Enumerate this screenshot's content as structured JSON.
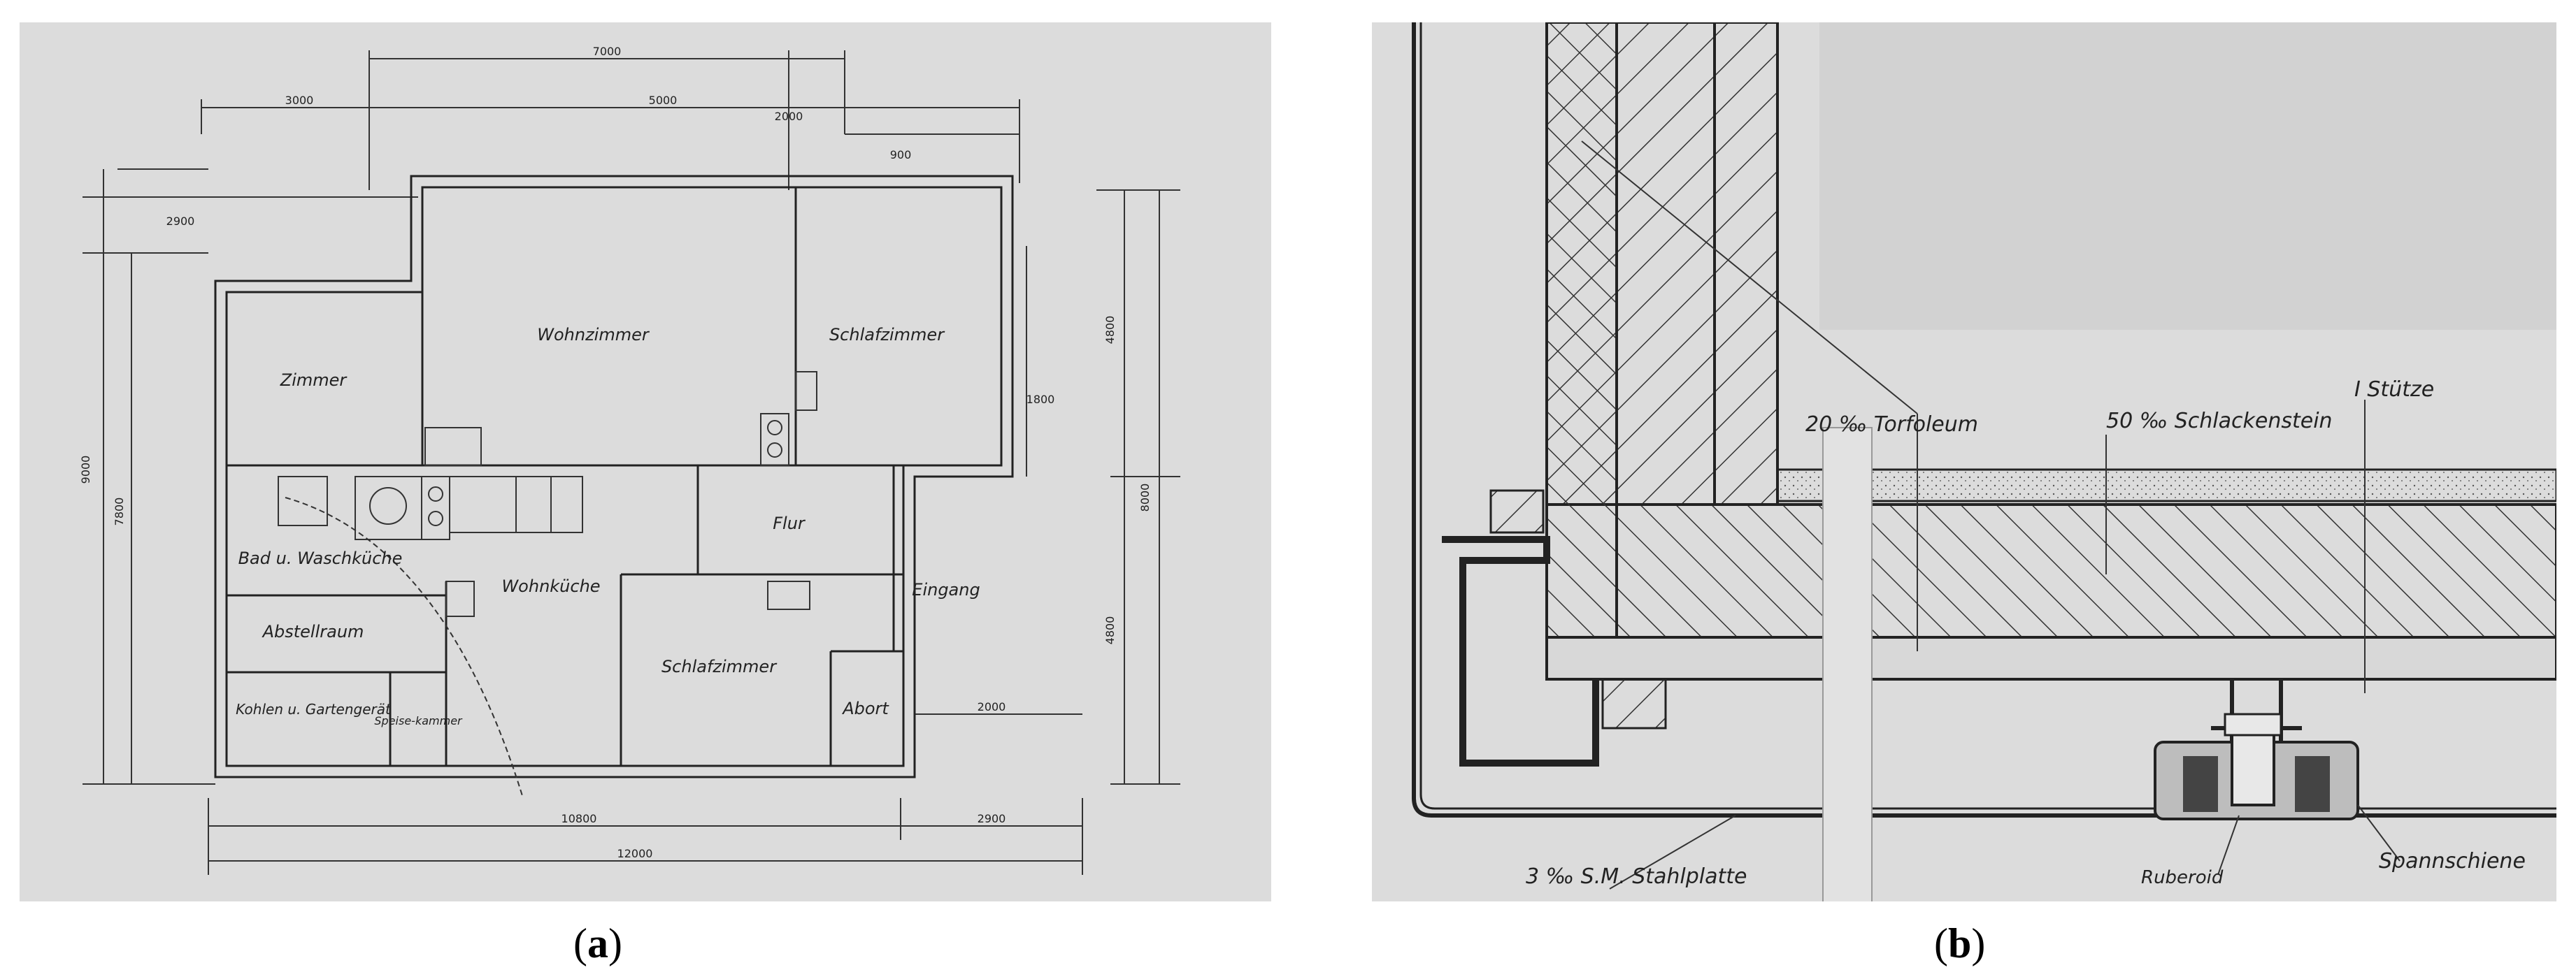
{
  "figure": {
    "captions": {
      "a": "a",
      "b": "b"
    }
  },
  "floor_plan": {
    "rooms": {
      "wohnzimmer": "Wohnzimmer",
      "schlafzimmer_1": "Schlafzimmer",
      "zimmer": "Zimmer",
      "flur": "Flur",
      "bad": "Bad u. Waschküche",
      "wohnkuche": "Wohnküche",
      "abstellraum": "Abstellraum",
      "schlafzimmer_2": "Schlafzimmer",
      "eingang": "Eingang",
      "abort": "Abort",
      "kohlen": "Kohlen u. Gartengerät",
      "speise": "Speise-kammer"
    },
    "dimensions": {
      "top_total": "7000",
      "top_left": "3000",
      "top_right": "5000",
      "top_step": "2000",
      "top_small": "900",
      "left_small": "2900",
      "left_total": "9000",
      "left_inner": "7800",
      "right_upper": "4800",
      "right_total": "8000",
      "right_lower": "4800",
      "right_offset": "1800",
      "right_bottom": "2000",
      "bottom_inner": "10800",
      "bottom_right": "2900",
      "bottom_total": "12000"
    }
  },
  "section_detail": {
    "labels": {
      "torfoleum": "20 ‰ Torfoleum",
      "schlackenstein": "50 ‰ Schlackenstein",
      "stutze": "I Stütze",
      "stahlplatte": "3 ‰ S.M. Stahlplatte",
      "ruberoid": "Ruberoid",
      "spannschiene": "Spannschiene"
    },
    "colors": {
      "paper": "#dcdcdc",
      "ink": "#2a2a2a",
      "grey_block": "#d2d2d2"
    }
  }
}
